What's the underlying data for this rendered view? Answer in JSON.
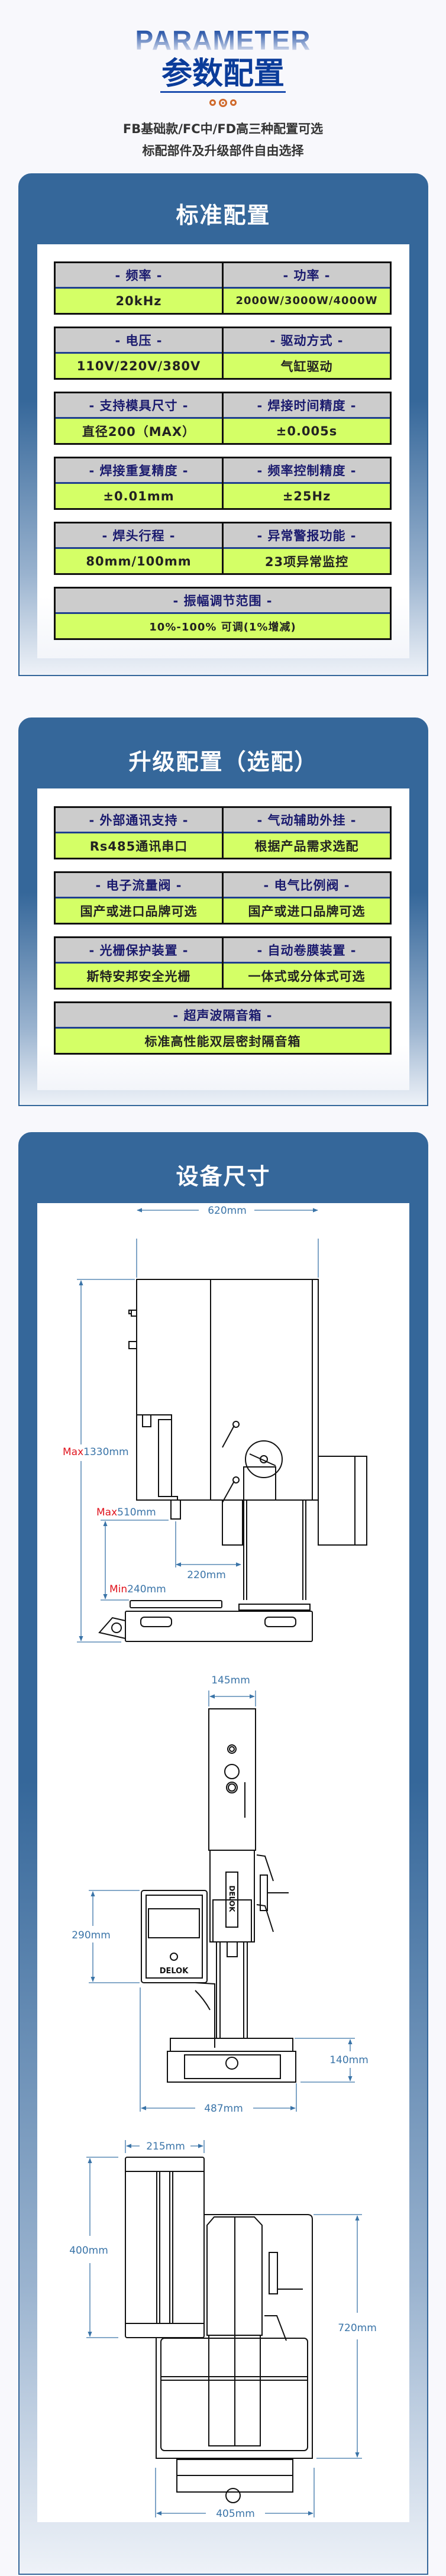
{
  "header": {
    "en_title": "PARAMETER",
    "title": "参数配置",
    "subtitle_1": "FB基础款/FC中/FD高三种配置可选",
    "subtitle_2": "标配部件及升级部件自由选择"
  },
  "standard": {
    "title": "标准配置",
    "items": [
      {
        "label": "- 频率 -",
        "value": "20kHz"
      },
      {
        "label": "- 功率 -",
        "value": "2000W/3000W/4000W"
      },
      {
        "label": "- 电压 -",
        "value": "110V/220V/380V"
      },
      {
        "label": "- 驱动方式 -",
        "value": "气缸驱动"
      },
      {
        "label": "- 支持模具尺寸 -",
        "value": "直径200（MAX）"
      },
      {
        "label": "- 焊接时间精度 -",
        "value": "±0.005s"
      },
      {
        "label": "- 焊接重复精度 -",
        "value": "±0.01mm"
      },
      {
        "label": "- 频率控制精度 -",
        "value": "±25Hz"
      },
      {
        "label": "- 焊头行程 -",
        "value": "80mm/100mm"
      },
      {
        "label": "- 异常警报功能 -",
        "value": "23项异常监控"
      },
      {
        "label": "- 振幅调节范围 -",
        "value": "10%-100% 可调(1%增减)"
      }
    ]
  },
  "upgrade": {
    "title": "升级配置（选配）",
    "items": [
      {
        "label": "- 外部通讯支持 -",
        "value": "Rs485通讯串口"
      },
      {
        "label": "- 气动辅助外挂 -",
        "value": "根据产品需求选配"
      },
      {
        "label": "- 电子流量阀 -",
        "value": "国产或进口品牌可选"
      },
      {
        "label": "- 电气比例阀 -",
        "value": "国产或进口品牌可选"
      },
      {
        "label": "- 光栅保护装置 -",
        "value": "斯特安邦安全光栅"
      },
      {
        "label": "- 自动卷膜装置 -",
        "value": "一体式或分体式可选"
      },
      {
        "label": "- 超声波隔音箱 -",
        "value": "标准高性能双层密封隔音箱"
      }
    ]
  },
  "dimensions": {
    "title": "设备尺寸",
    "side": {
      "width": "620mm",
      "height_prefix": "Max",
      "height": "1330mm",
      "stroke_max_prefix": "Max",
      "stroke_max": "510mm",
      "stroke_min_prefix": "Min",
      "stroke_min": "240mm",
      "throat": "220mm"
    },
    "front": {
      "column_width": "145mm",
      "controller_height": "290mm",
      "base_height": "140mm",
      "total_width": "487mm",
      "logo": "DELOK"
    },
    "top": {
      "box_width": "215mm",
      "box_depth": "400mm",
      "depth": "720mm",
      "base_width": "405mm"
    },
    "colors": {
      "dimension": "#3a74a8",
      "limit": "#e0141e"
    }
  }
}
